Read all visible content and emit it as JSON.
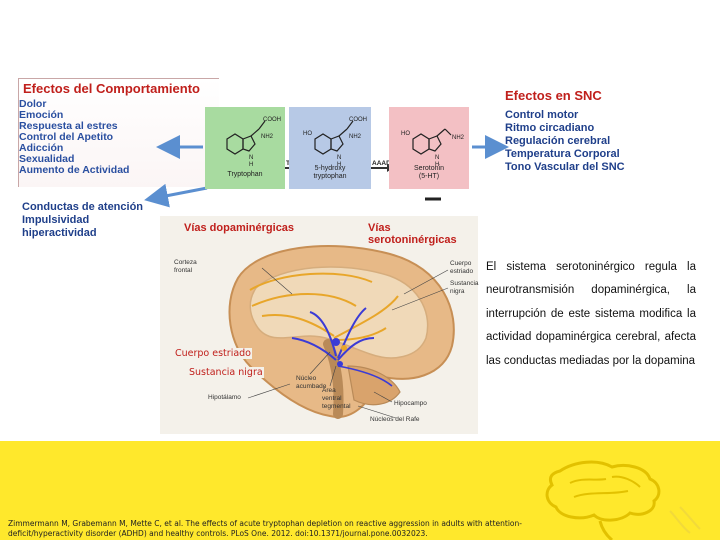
{
  "behavior_effects": {
    "title": "Efectos del Comportamiento",
    "items": [
      "Dolor",
      "Emoción",
      "Respuesta al estres",
      "Control del Apetito",
      "Adicción",
      "Sexualidad",
      "Aumento de Actividad"
    ]
  },
  "cns_effects": {
    "title": "Efectos en SNC",
    "items": [
      "Control motor",
      "Ritmo circadiano",
      "Regulación cerebral",
      "Temperatura Corporal",
      "Tono Vascular del SNC"
    ]
  },
  "attention_effects": {
    "items": [
      "Conductas de atención",
      "Impulsividad",
      "hiperactividad"
    ]
  },
  "pathway": {
    "tryptophan": "Tryptophan",
    "tph": "TPH",
    "hydroxy_line1": "5-hydroxy",
    "hydroxy_line2": "tryptophan",
    "aaad": "AAAD",
    "serotonin_line1": "Serotonin",
    "serotonin_line2": "(5-HT)",
    "cooh": "COOH",
    "nh2": "NH2",
    "ho": "HO",
    "h": "H",
    "n": "N"
  },
  "brain": {
    "title_dopamine": "Vías dopaminérgicas",
    "title_serotonin": "Vías serotoninérgicas",
    "labels": {
      "corteza_1": "Corteza",
      "corteza_2": "frontal",
      "cuerpo_1": "Cuerpo",
      "cuerpo_2": "estriado",
      "sustancia_1": "Sustancia",
      "sustancia_2": "nigra",
      "nucleo_1": "Núcleo",
      "nucleo_2": "acumbado",
      "area_1": "Área",
      "area_2": "ventral",
      "area_3": "tegmental",
      "hipotalamo": "Hipotálamo",
      "hipocampo": "Hipocampo",
      "rafe": "Núcleos del Rafe"
    },
    "overlay_cuerpo": "Cuerpo estriado",
    "overlay_sustancia": "Sustancia nigra"
  },
  "serotonin_text": "El sistema serotoninérgico regula la neurotransmisión dopaminérgica, la interrupción de este sistema modifica la actividad dopaminérgica cerebral, afecta las conductas mediadas por la dopamina",
  "citation": "Zimmermann M, Grabemann M, Mette C, et al. The effects of acute tryptophan depletion on reactive aggression in adults with attention-deficit/hyperactivity disorder (ADHD) and healthy controls. PLoS One. 2012. doi:10.1371/journal.pone.0032023.",
  "colors": {
    "title_red": "#c0201c",
    "list_blue": "#1f3f8a",
    "arrow_blue": "#5b8fd0",
    "band_yellow": "#ffe82c",
    "tryptophan_green": "#a8dba0",
    "hydroxy_blue": "#b7c9e6",
    "serotonin_pink": "#f3c0c4",
    "dopamine_path": "#e8a62a",
    "serotonin_path": "#3b3bd6"
  }
}
